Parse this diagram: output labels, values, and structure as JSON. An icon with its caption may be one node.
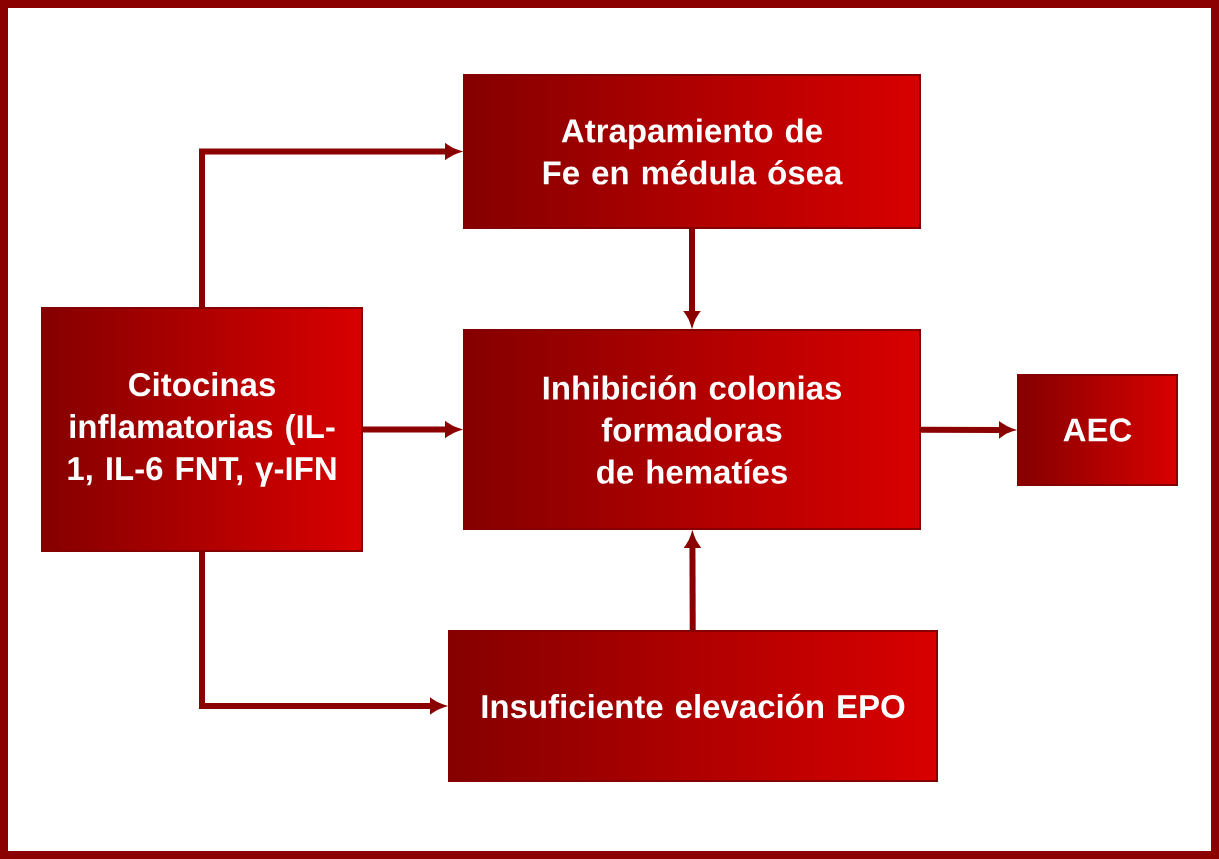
{
  "diagram": {
    "nodes": [
      {
        "text": [
          "Citocinas inflamatorias (IL-1, IL-6 FNT, γ-IFN"
        ]
      },
      {
        "text": [
          "Atrapamiento de Fe en médula ósea"
        ]
      },
      {
        "text": [
          "Inhibición colonias formadoras de hematíes"
        ]
      },
      {
        "text": [
          "AEC"
        ]
      },
      {
        "text": [
          "Insuficiente elevación EPO"
        ]
      }
    ],
    "edges": [
      {
        "from": 0,
        "to": 1,
        "arrow": "to"
      },
      {
        "from": 0,
        "to": 2,
        "arrow": "to"
      },
      {
        "from": 0,
        "to": 4,
        "arrow": "to"
      },
      {
        "from": 1,
        "to": 2,
        "arrow": "to"
      },
      {
        "from": 4,
        "to": 2,
        "arrow": "to"
      },
      {
        "from": 2,
        "to": 3,
        "arrow": "to"
      }
    ]
  }
}
